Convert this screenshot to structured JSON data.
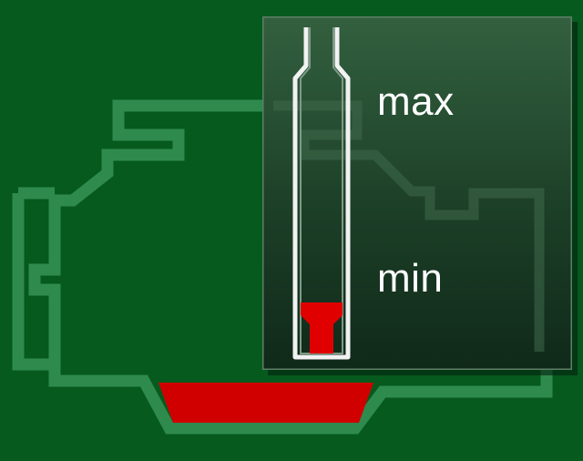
{
  "gauge": {
    "max_label": "max",
    "min_label": "min",
    "level": 0.1
  },
  "colors": {
    "background": "#065a1e",
    "engine_outline": "#2f8a4e",
    "oil": "#d10000",
    "panel_top": "#2f5a3a",
    "panel_bottom": "#13301c",
    "tube_stroke": "#f2f2f2"
  },
  "icons": {
    "engine": "engine-outline-icon",
    "oil_pan": "oil-pan-icon",
    "dipstick": "dipstick-tube-icon"
  }
}
